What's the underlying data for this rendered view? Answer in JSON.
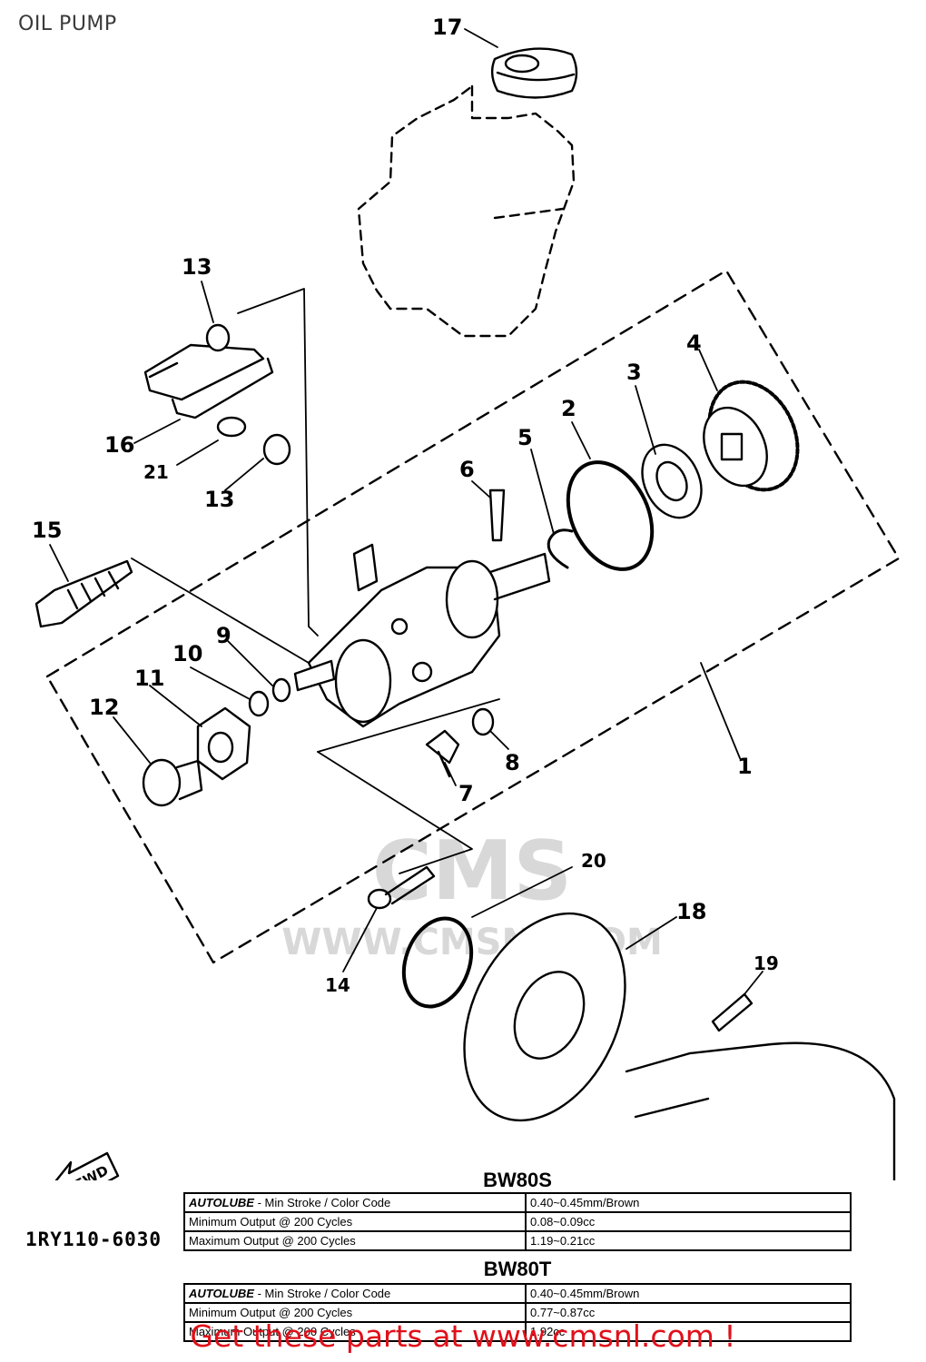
{
  "header": {
    "title": "OIL PUMP"
  },
  "watermark": {
    "text": "WWW.CMSNL.COM",
    "logo": "CMS"
  },
  "callouts": [
    "17",
    "13",
    "16",
    "21",
    "13",
    "15",
    "6",
    "5",
    "2",
    "3",
    "4",
    "10",
    "9",
    "11",
    "12",
    "7",
    "8",
    "1",
    "20",
    "18",
    "19",
    "14"
  ],
  "fwd_label": "FWD",
  "drawing_number": "1RY110-6030",
  "tables": [
    {
      "model": "BW80S",
      "rows": [
        {
          "label_bold": "AUTOLUBE",
          "label_rest": " - Min Stroke / Color Code",
          "value": "0.40~0.45mm/Brown"
        },
        {
          "label_bold": "",
          "label_rest": "Minimum Output @ 200 Cycles",
          "value": "0.08~0.09cc"
        },
        {
          "label_bold": "",
          "label_rest": "Maximum Output @ 200 Cycles",
          "value": "1.19~0.21cc"
        }
      ]
    },
    {
      "model": "BW80T",
      "rows": [
        {
          "label_bold": "AUTOLUBE",
          "label_rest": " - Min Stroke / Color Code",
          "value": "0.40~0.45mm/Brown"
        },
        {
          "label_bold": "",
          "label_rest": "Minimum Output @ 200 Cycles",
          "value": "0.77~0.87cc"
        },
        {
          "label_bold": "",
          "label_rest": "Maximum Output @ 200 Cycles",
          "value": "1.92cc"
        }
      ]
    }
  ],
  "footer": {
    "link_text": "Get these parts at www.cmsnl.com !"
  }
}
